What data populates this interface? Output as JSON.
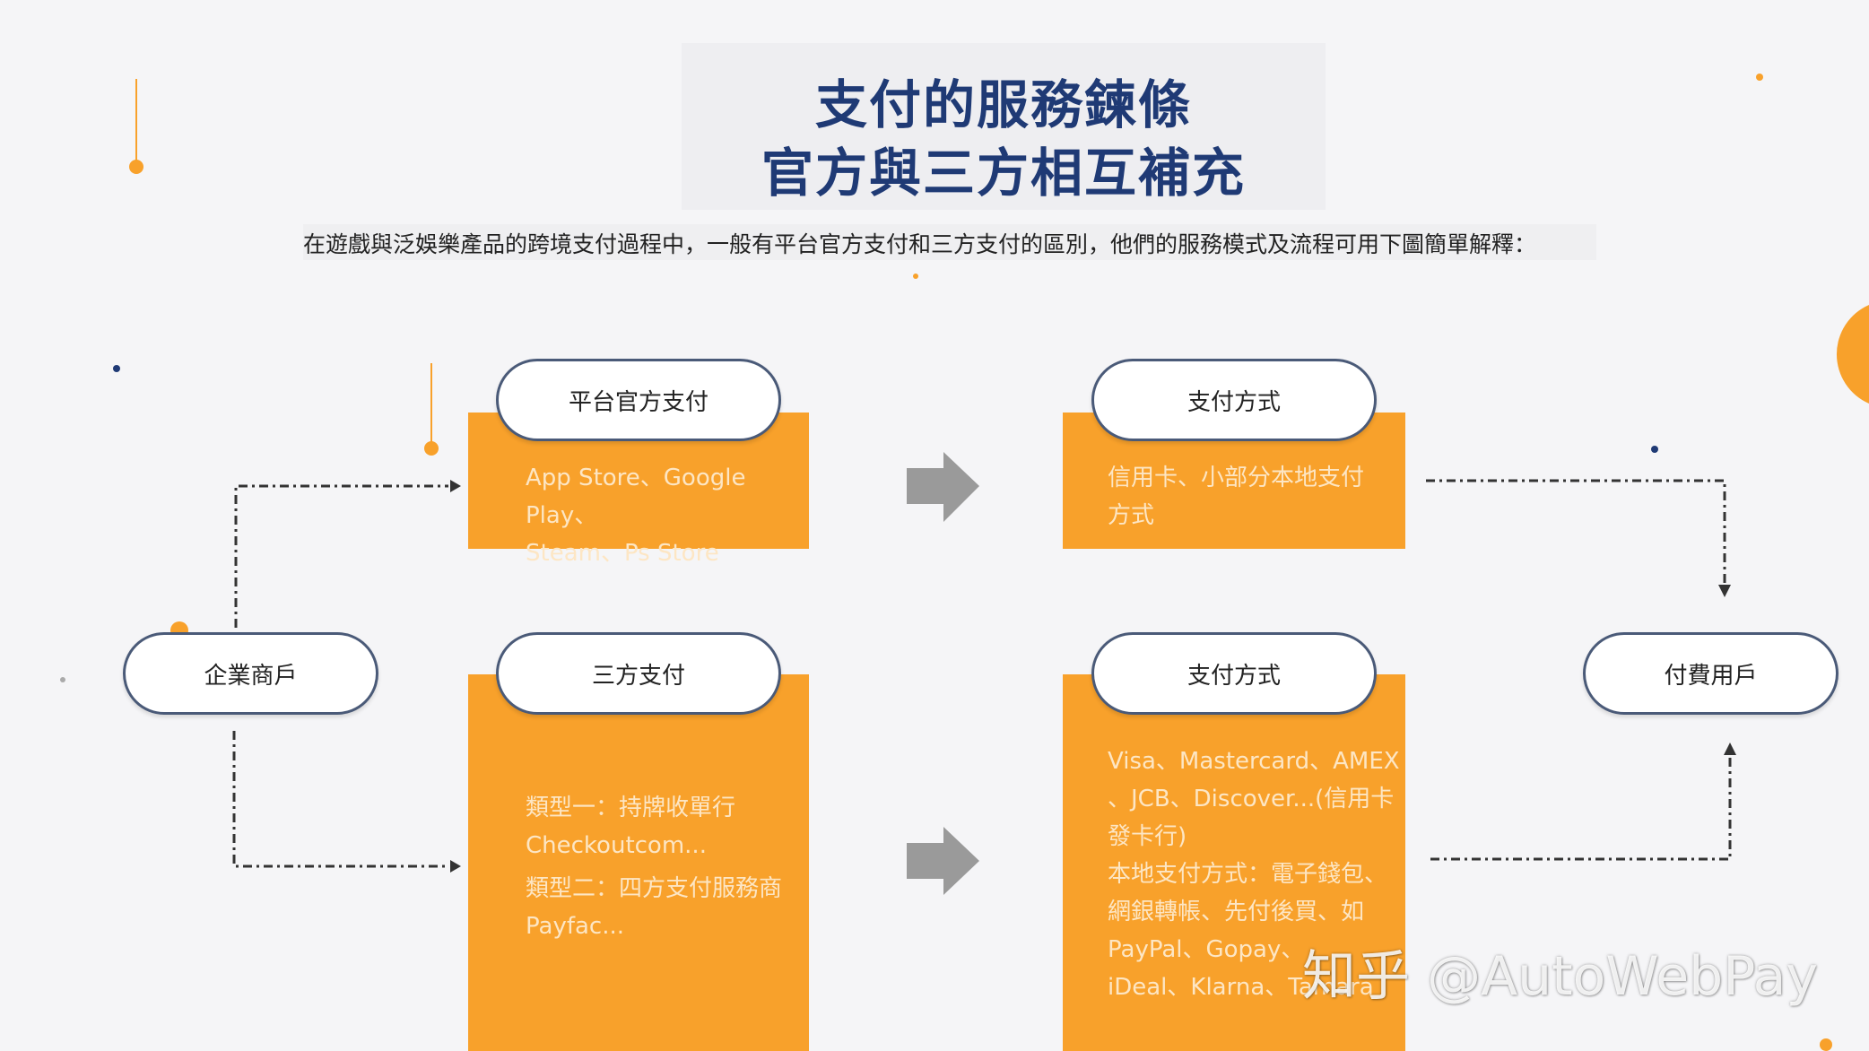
{
  "header": {
    "title_line1": "支付的服務鍊條",
    "title_line2": "官方與三方相互補充",
    "subtitle": "在遊戲與泛娛樂產品的跨境支付過程中，一般有平台官方支付和三方支付的區別，他們的服務模式及流程可用下圖簡單解釋："
  },
  "nodes": {
    "merchant": "企業商戶",
    "official_payment": "平台官方支付",
    "official_payment_detail": "App Store、Google Play、\nSteam、Ps Store",
    "official_methods_label": "支付方式",
    "official_methods_detail": "信用卡、小部分本地支付\n方式",
    "third_party_payment": "三方支付",
    "third_party_detail_1": "類型一：持牌收單行\nCheckoutcom...",
    "third_party_detail_2": "類型二：四方支付服務商\nPayfac...",
    "third_party_methods_label": "支付方式",
    "third_party_methods_detail": "Visa、Mastercard、AMEX\n、JCB、Discover...(信用卡\n發卡行)\n本地支付方式：電子錢包、\n網銀轉帳、先付後買、如\nPayPal、Gopay、\niDeal、Klarna、Tamara",
    "paying_user": "付費用戶"
  },
  "watermark": "知乎 @AutoWebPay",
  "colors": {
    "title": "#1f3a75",
    "box_orange": "#f8a12b",
    "box_text": "#fde6c4",
    "pill_border": "#4a5a78",
    "arrow_gray": "#9a9a9a"
  }
}
